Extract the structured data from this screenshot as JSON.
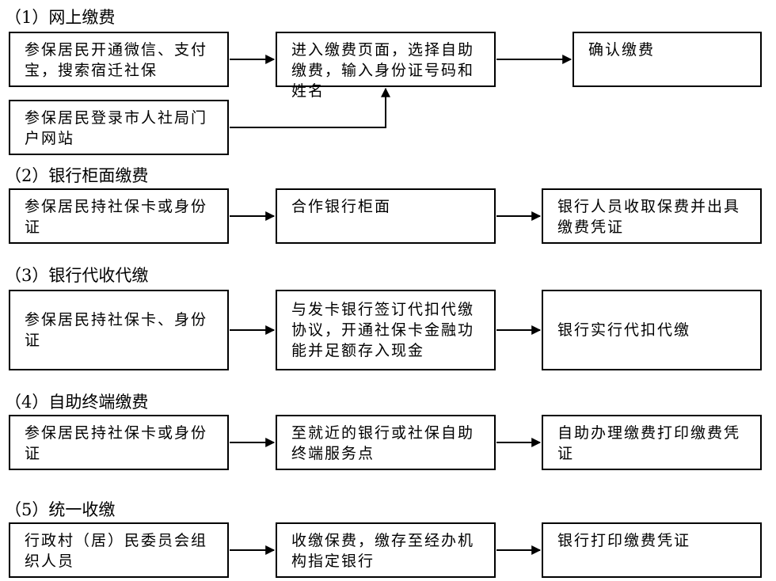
{
  "sections": [
    {
      "heading": "（1）网上缴费",
      "boxes": [
        "参保居民开通微信、支付宝，搜索宿迁社保",
        "进入缴费页面，选择自助缴费，输入身份证号码和姓名",
        "确认缴费",
        "参保居民登录市人社局门户网站"
      ]
    },
    {
      "heading": "（2）银行柜面缴费",
      "boxes": [
        "参保居民持社保卡或身份证",
        "合作银行柜面",
        "银行人员收取保费并出具缴费凭证"
      ]
    },
    {
      "heading": "（3）银行代收代缴",
      "boxes": [
        "参保居民持社保卡、身份证",
        "与发卡银行签订代扣代缴协议，开通社保卡金融功能并足额存入现金",
        "银行实行代扣代缴"
      ]
    },
    {
      "heading": "（4）自助终端缴费",
      "boxes": [
        "参保居民持社保卡或身份证",
        "至就近的银行或社保自助终端服务点",
        "自助办理缴费打印缴费凭证"
      ]
    },
    {
      "heading": "（5）统一收缴",
      "boxes": [
        "行政村（居）民委员会组织人员",
        "收缴保费，缴存至经办机构指定银行",
        "银行打印缴费凭证"
      ]
    }
  ]
}
